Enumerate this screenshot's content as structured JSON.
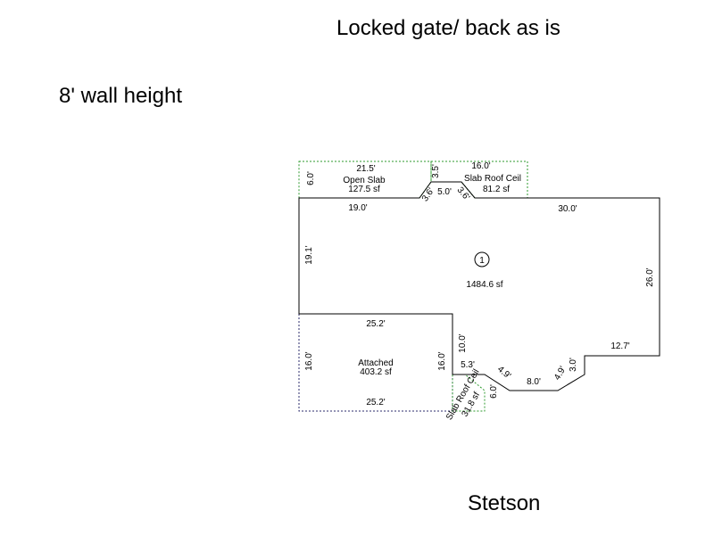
{
  "notes": {
    "top_note": "Locked gate/ back as is",
    "left_note": "8' wall height",
    "bottom_label": "Stetson"
  },
  "colors": {
    "main_outline": "#000000",
    "slab_outline": "#2e9a2e",
    "attached_outline": "#2c2c6e"
  },
  "main_area": {
    "number": "1",
    "area": "1484.6 sf",
    "dims": {
      "top_left": "19.0'",
      "top_right": "30.0'",
      "left": "19.1'",
      "right": "26.0'",
      "notch_right": "12.7'",
      "notch_vertical": "3.0'",
      "diag_lower_right": "4.9'",
      "bottom_mid": "8.0'",
      "diag_lower_left": "4.9'",
      "step_horizontal": "5.3'",
      "step_vertical": "10.0'",
      "top_diag_left": "3.6'",
      "top_mid": "5.0'",
      "top_diag_right": "3.6'"
    }
  },
  "open_slab": {
    "name": "Open Slab",
    "area": "127.5 sf",
    "dims": {
      "width": "21.5'",
      "height": "6.0'"
    }
  },
  "slab_roof_top": {
    "name": "Slab Roof Ceil",
    "area": "81.2 sf",
    "dims": {
      "width": "16.0'",
      "height": "3.5'"
    }
  },
  "attached": {
    "name": "Attached",
    "area": "403.2 sf",
    "dims": {
      "top": "25.2'",
      "bottom": "25.2'",
      "left": "16.0'",
      "right": "16.0'"
    }
  },
  "slab_roof_bottom": {
    "name": "Slab Roof Ceil",
    "area": "31.8 sf",
    "dims": {
      "height": "6.0'"
    }
  }
}
